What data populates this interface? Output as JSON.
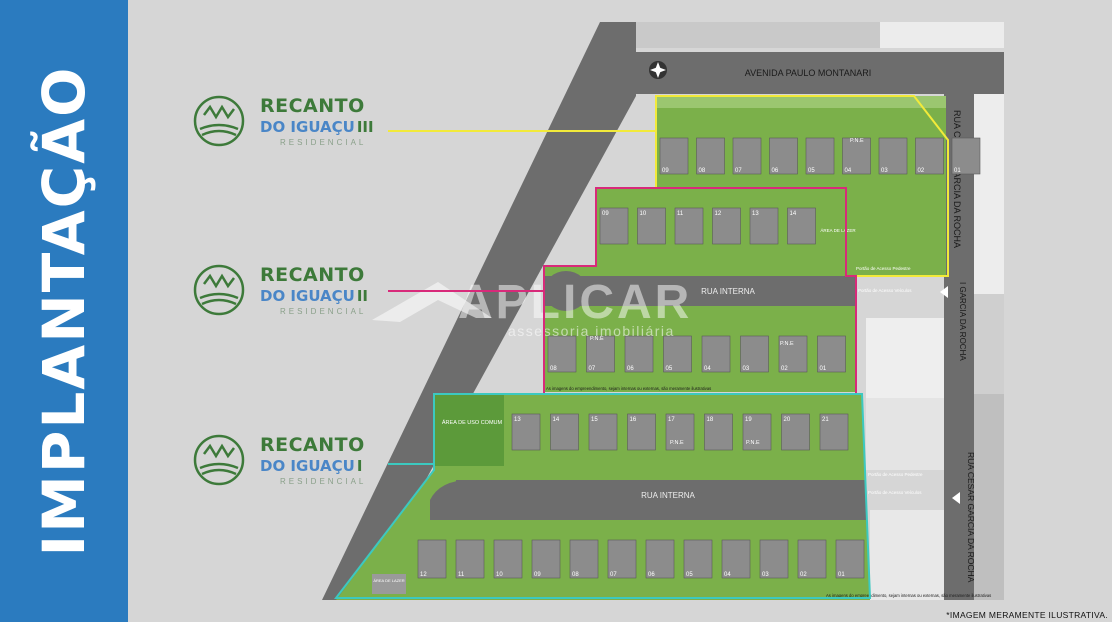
{
  "sidebar": {
    "title": "IMPLANTAÇÃO"
  },
  "logos": [
    {
      "line1": "RECANTO",
      "line2": "DO IGUAÇU",
      "numeral": "III",
      "line3": "RESIDENCIAL"
    },
    {
      "line1": "RECANTO",
      "line2": "DO IGUAÇU",
      "numeral": "II",
      "line3": "RESIDENCIAL"
    },
    {
      "line1": "RECANTO",
      "line2": "DO IGUAÇU",
      "numeral": "I",
      "line3": "RESIDENCIAL"
    }
  ],
  "streets": {
    "avenue": "AVENIDA PAULO MONTANARI",
    "side_top": "RUA CESAR GARCIA DA ROCHA",
    "side_mid": "I GARCIA DA ROCHA",
    "side_bottom": "RUA CESAR GARCIA DA ROCHA",
    "internal_2": "RUA INTERNA",
    "internal_1": "RUA INTERNA"
  },
  "watermark": {
    "brand": "APLICAR",
    "tagline": "assessoria imobiliária"
  },
  "areas": {
    "lazer_2": "ÁREA DE LAZER",
    "uso_comum": "ÁREA DE USO COMUM",
    "lazer_1": "ÁREA DE LAZER"
  },
  "gates": {
    "ped_3": "Portão de Acesso Pedestre",
    "veh_2": "Portão de Acesso Veículos",
    "ped_1": "Portão de Acesso Pedestre",
    "veh_1": "Portão de Acesso Veículos"
  },
  "notes": {
    "note_2": "As imagens do empreendimento, sejam internas ou externas, são meramente ilustrativas",
    "note_1": "As imagens do empreendimento, sejam internas ou externas, são meramente ilustrativas"
  },
  "phase3_lots": [
    "09",
    "08",
    "07",
    "06",
    "05",
    "04",
    "03",
    "02",
    "01"
  ],
  "phase3_pne": "P.N.E",
  "phase2_top_lots": [
    "09",
    "10",
    "11",
    "12",
    "13",
    "14"
  ],
  "phase2_bottom_lots": [
    "08",
    "07",
    "06",
    "05",
    "04",
    "03",
    "02",
    "01"
  ],
  "phase2_pne": [
    "P.N.E",
    "P.N.E"
  ],
  "phase1_top_lots": [
    "13",
    "14",
    "15",
    "16",
    "17",
    "18",
    "19",
    "20",
    "21"
  ],
  "phase1_pne": [
    "P.N.E",
    "P.N.E"
  ],
  "phase1_bottom_lots": [
    "12",
    "11",
    "10",
    "09",
    "08",
    "07",
    "06",
    "05",
    "04",
    "03",
    "02",
    "01"
  ],
  "disclaimer": "*IMAGEM MERAMENTE ILUSTRATIVA.",
  "colors": {
    "sidebar": "#2b7bbf",
    "phase3": "#f2ea3a",
    "phase2": "#d82a7a",
    "phase1": "#3cc9c0",
    "grass": "#7bb04a",
    "road": "#6f6f6f"
  }
}
